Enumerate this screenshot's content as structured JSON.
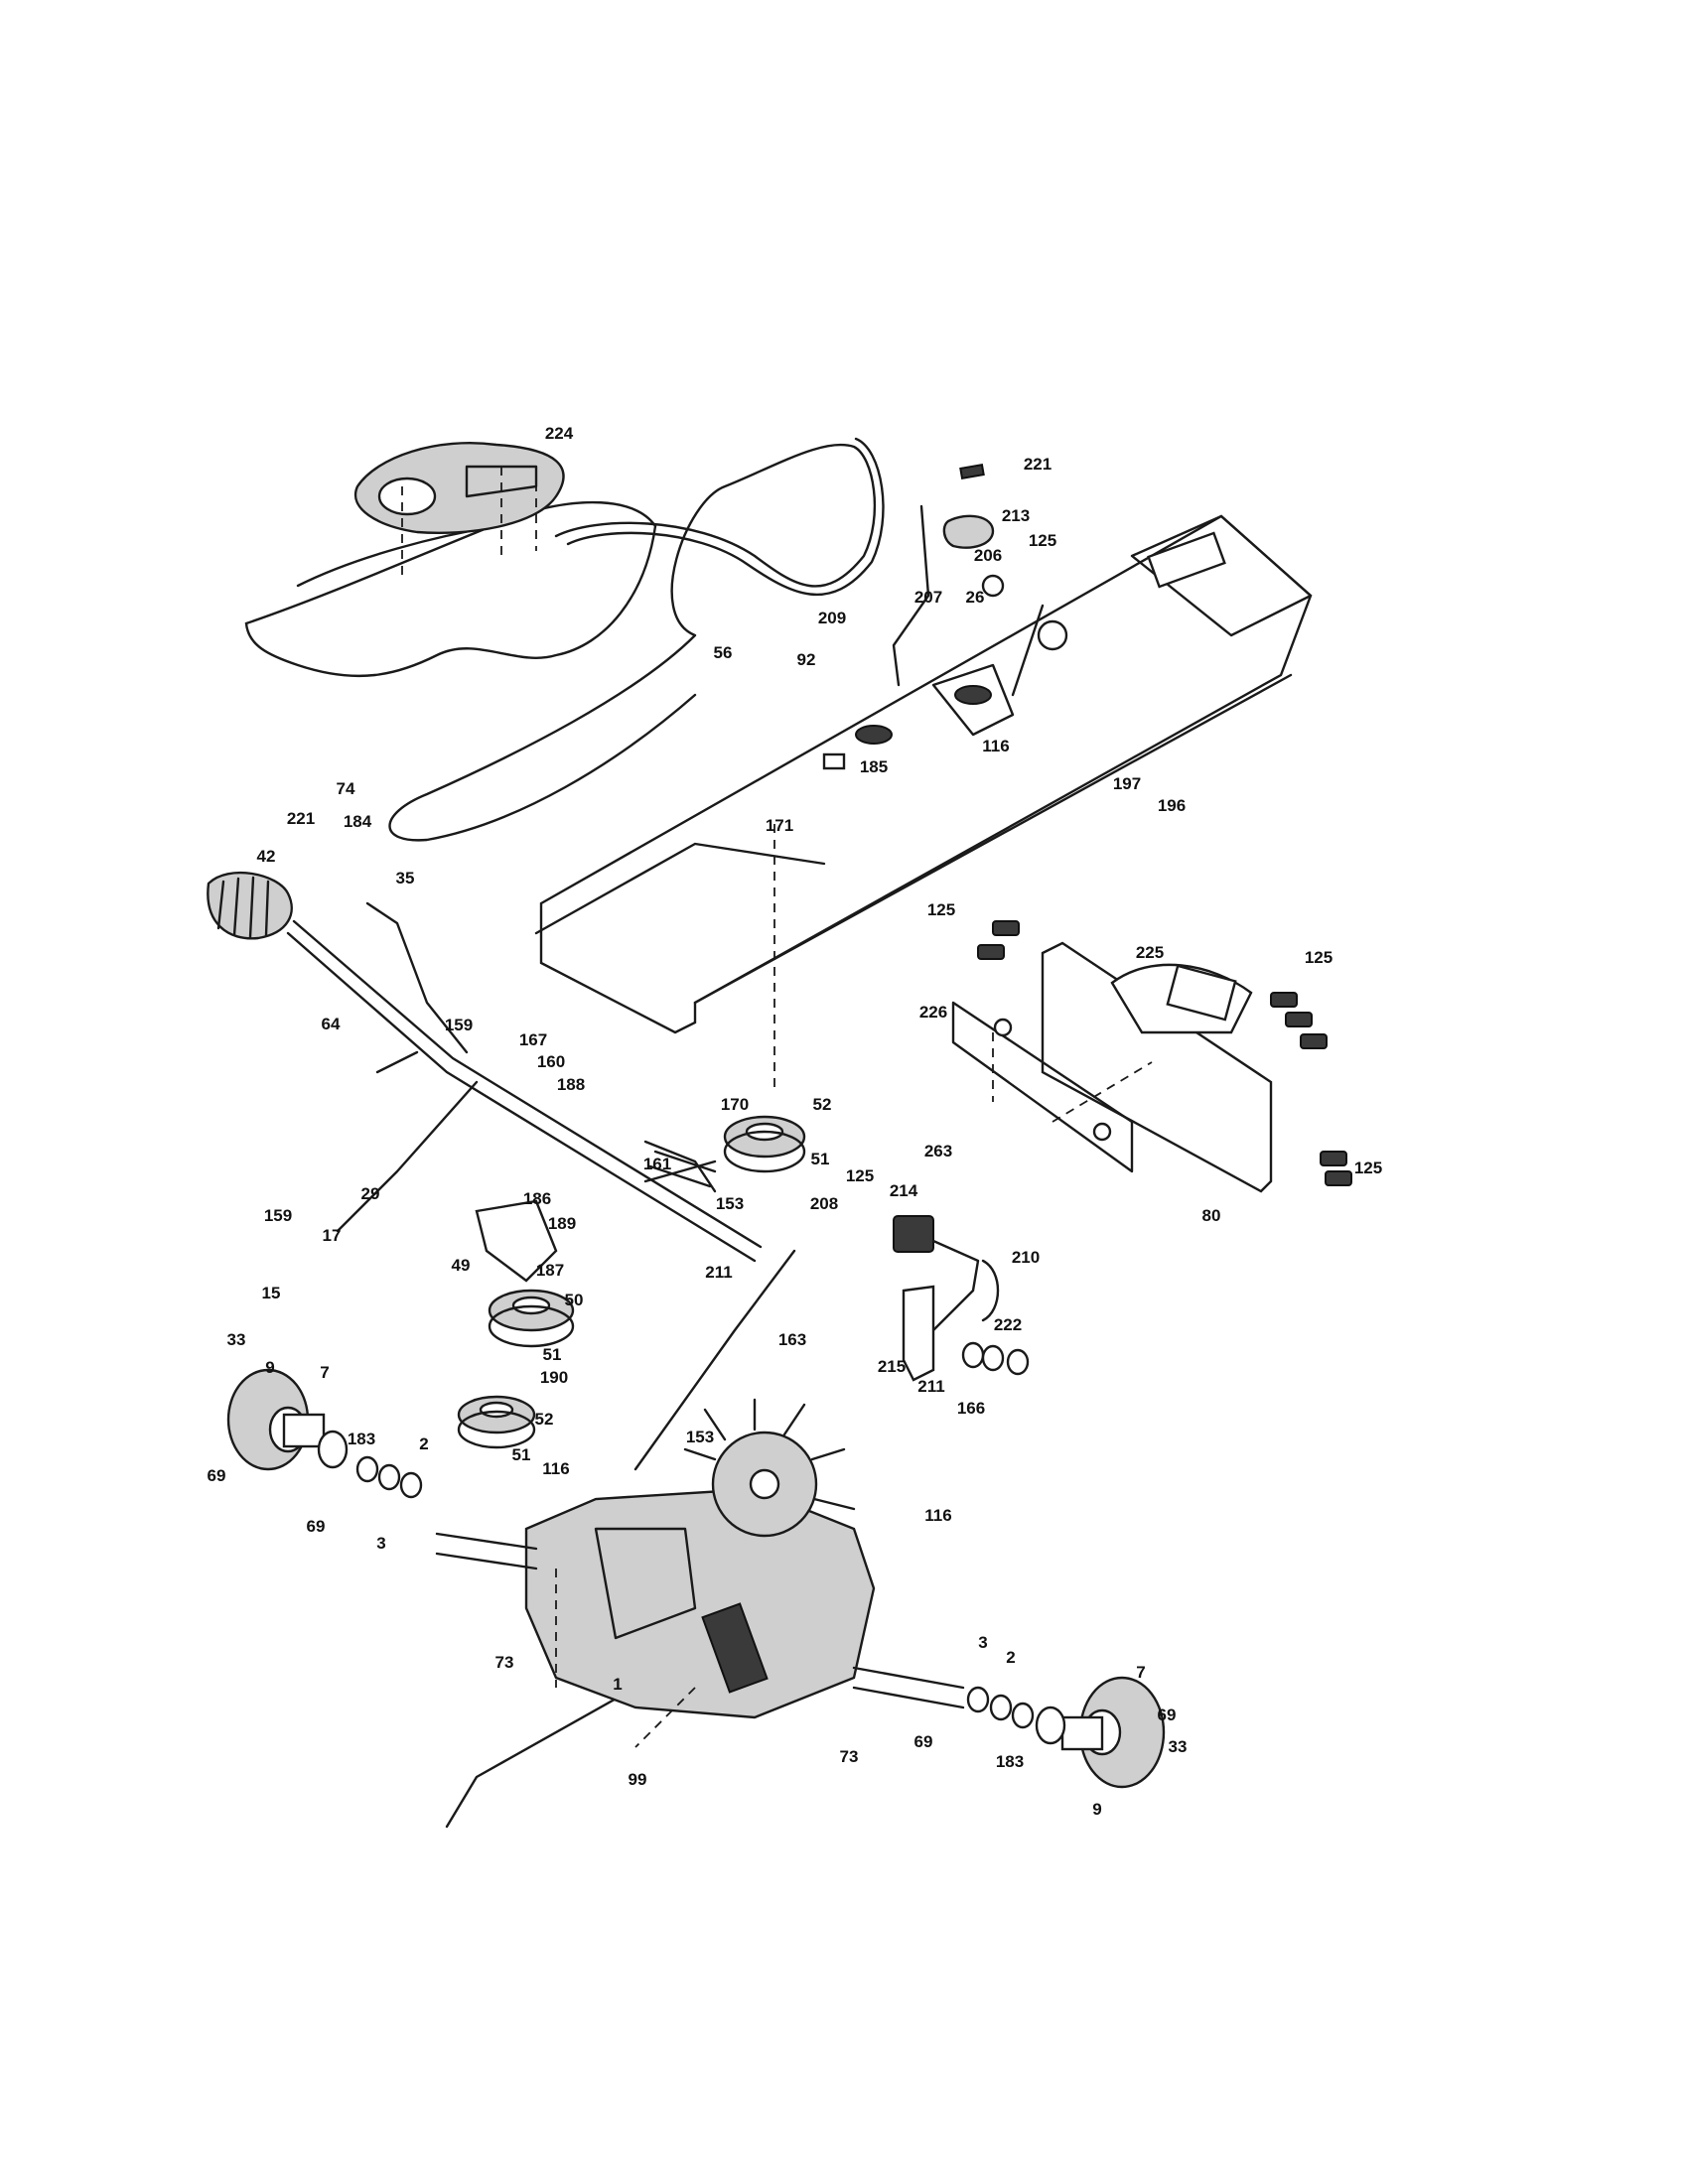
{
  "callouts": [
    {
      "id": "c224",
      "text": "224"
    },
    {
      "id": "c221a",
      "text": "221"
    },
    {
      "id": "c213",
      "text": "213"
    },
    {
      "id": "c206",
      "text": "206"
    },
    {
      "id": "c125a",
      "text": "125"
    },
    {
      "id": "c209",
      "text": "209"
    },
    {
      "id": "c207",
      "text": "207"
    },
    {
      "id": "c26",
      "text": "26"
    },
    {
      "id": "c92",
      "text": "92"
    },
    {
      "id": "c56",
      "text": "56"
    },
    {
      "id": "c116a",
      "text": "116"
    },
    {
      "id": "c185",
      "text": "185"
    },
    {
      "id": "c74",
      "text": "74"
    },
    {
      "id": "c197",
      "text": "197"
    },
    {
      "id": "c196",
      "text": "196"
    },
    {
      "id": "c171",
      "text": "171"
    },
    {
      "id": "c221b",
      "text": "221"
    },
    {
      "id": "c184",
      "text": "184"
    },
    {
      "id": "c42",
      "text": "42"
    },
    {
      "id": "c35",
      "text": "35"
    },
    {
      "id": "c125b",
      "text": "125"
    },
    {
      "id": "c225",
      "text": "225"
    },
    {
      "id": "c125c",
      "text": "125"
    },
    {
      "id": "c226",
      "text": "226"
    },
    {
      "id": "c64",
      "text": "64"
    },
    {
      "id": "c159a",
      "text": "159"
    },
    {
      "id": "c167",
      "text": "167"
    },
    {
      "id": "c160",
      "text": "160"
    },
    {
      "id": "c188",
      "text": "188"
    },
    {
      "id": "c170",
      "text": "170"
    },
    {
      "id": "c52a",
      "text": "52"
    },
    {
      "id": "c161",
      "text": "161"
    },
    {
      "id": "c51a",
      "text": "51"
    },
    {
      "id": "c263",
      "text": "263"
    },
    {
      "id": "c125d",
      "text": "125"
    },
    {
      "id": "c80",
      "text": "80"
    },
    {
      "id": "c125e",
      "text": "125"
    },
    {
      "id": "c214",
      "text": "214"
    },
    {
      "id": "c153a",
      "text": "153"
    },
    {
      "id": "c208",
      "text": "208"
    },
    {
      "id": "c186",
      "text": "186"
    },
    {
      "id": "c159b",
      "text": "159"
    },
    {
      "id": "c29",
      "text": "29"
    },
    {
      "id": "c189",
      "text": "189"
    },
    {
      "id": "c17",
      "text": "17"
    },
    {
      "id": "c211a",
      "text": "211"
    },
    {
      "id": "c210",
      "text": "210"
    },
    {
      "id": "c49",
      "text": "49"
    },
    {
      "id": "c187",
      "text": "187"
    },
    {
      "id": "c15",
      "text": "15"
    },
    {
      "id": "c50",
      "text": "50"
    },
    {
      "id": "c222",
      "text": "222"
    },
    {
      "id": "c163",
      "text": "163"
    },
    {
      "id": "c33a",
      "text": "33"
    },
    {
      "id": "c51b",
      "text": "51"
    },
    {
      "id": "c190",
      "text": "190"
    },
    {
      "id": "c215",
      "text": "215"
    },
    {
      "id": "c211b",
      "text": "211"
    },
    {
      "id": "c9a",
      "text": "9"
    },
    {
      "id": "c7a",
      "text": "7"
    },
    {
      "id": "c166",
      "text": "166"
    },
    {
      "id": "c183a",
      "text": "183"
    },
    {
      "id": "c52b",
      "text": "52"
    },
    {
      "id": "c153b",
      "text": "153"
    },
    {
      "id": "c2a",
      "text": "2"
    },
    {
      "id": "c69a",
      "text": "69"
    },
    {
      "id": "c51c",
      "text": "51"
    },
    {
      "id": "c116b",
      "text": "116"
    },
    {
      "id": "c116c",
      "text": "116"
    },
    {
      "id": "c69b",
      "text": "69"
    },
    {
      "id": "c3a",
      "text": "3"
    },
    {
      "id": "c73a",
      "text": "73"
    },
    {
      "id": "c1",
      "text": "1"
    },
    {
      "id": "c3b",
      "text": "3"
    },
    {
      "id": "c2b",
      "text": "2"
    },
    {
      "id": "c7b",
      "text": "7"
    },
    {
      "id": "c69c",
      "text": "69"
    },
    {
      "id": "c73b",
      "text": "73"
    },
    {
      "id": "c69d",
      "text": "69"
    },
    {
      "id": "c33b",
      "text": "33"
    },
    {
      "id": "c183b",
      "text": "183"
    },
    {
      "id": "c99",
      "text": "99"
    },
    {
      "id": "c9b",
      "text": "9"
    }
  ]
}
